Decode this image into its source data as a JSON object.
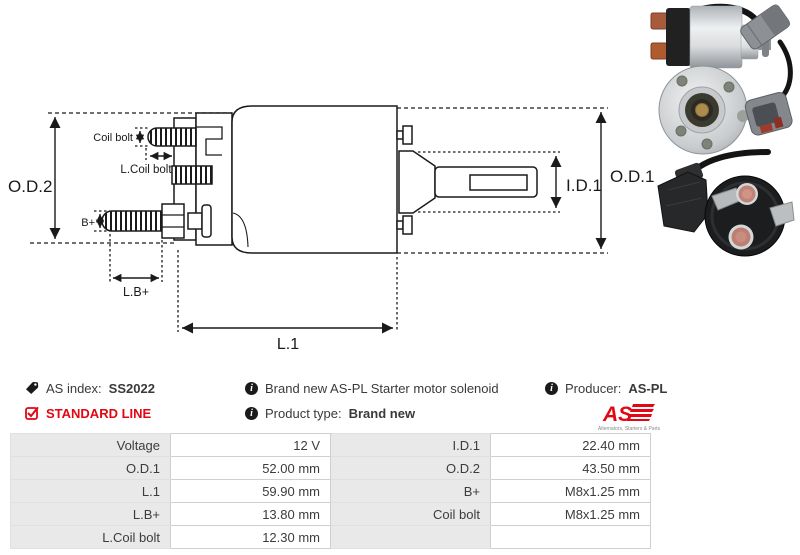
{
  "header": {
    "as_index_label": "AS index:",
    "as_index_value": "SS2022",
    "standard_line_label": "STANDARD LINE",
    "description": "Brand new AS-PL Starter motor solenoid",
    "product_type_label": "Product type:",
    "product_type_value": "Brand new",
    "producer_label": "Producer:",
    "producer_value": "AS-PL"
  },
  "logo": {
    "text": "AS",
    "tagline": "Alternators, Starters & Parts"
  },
  "icons": {
    "tag": "tag-icon",
    "checkbox": "checkbox-checked-icon",
    "info": "info-icon",
    "info_glyph": "i"
  },
  "colors": {
    "accent_red": "#e30613",
    "line_black": "#1a1a1a",
    "table_label_bg": "#e9e9e9",
    "table_border": "#cfcfcf"
  },
  "diagram": {
    "labels": {
      "od2": "O.D.2",
      "coil_bolt": "Coil bolt",
      "l_coil_bolt": "L.Coil bolt",
      "b_plus": "B+",
      "l_b_plus": "L.B+",
      "l1": "L.1",
      "id1": "I.D.1",
      "od1": "O.D.1"
    }
  },
  "spec_table": {
    "rows": [
      {
        "label1": "Voltage",
        "value1": "12 V",
        "label2": "I.D.1",
        "value2": "22.40 mm"
      },
      {
        "label1": "O.D.1",
        "value1": "52.00 mm",
        "label2": "O.D.2",
        "value2": "43.50 mm"
      },
      {
        "label1": "L.1",
        "value1": "59.90 mm",
        "label2": "B+",
        "value2": "M8x1.25 mm"
      },
      {
        "label1": "L.B+",
        "value1": "13.80 mm",
        "label2": "Coil bolt",
        "value2": "M8x1.25 mm"
      },
      {
        "label1": "L.Coil bolt",
        "value1": "12.30 mm",
        "label2": "",
        "value2": ""
      }
    ]
  }
}
